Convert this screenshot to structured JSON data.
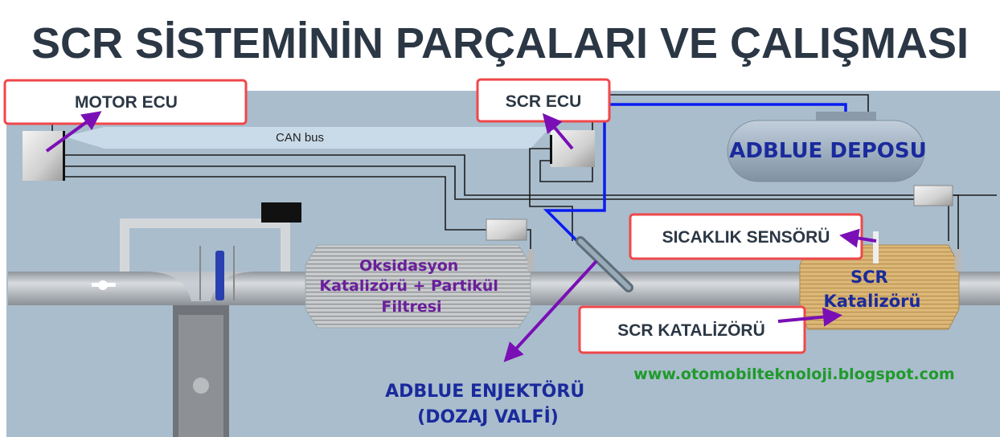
{
  "title": "SCR SİSTEMİNİN PARÇALARI VE ÇALIŞMASI",
  "labels": {
    "motor_ecu": "MOTOR ECU",
    "scr_ecu": "SCR ECU",
    "can_bus": "CAN bus",
    "adblue_tank": "ADBLUE DEPOSU",
    "oxidation_line1": "Oksidasyon",
    "oxidation_line2": "Katalizörü + Partikül",
    "oxidation_line3": "Filtresi",
    "scr_cat_line1": "SCR",
    "scr_cat_line2": "Katalizörü",
    "temp_sensor": "SICAKLIK SENSÖRÜ",
    "scr_catalyst": "SCR KATALİZÖRÜ",
    "injector_line1": "ADBLUE ENJEKTÖRÜ",
    "injector_line2": "(DOZAJ VALFİ)",
    "website": "www.otomobilteknoloji.blogspot.com"
  },
  "colors": {
    "callout_border": "#f0474a",
    "arrow": "#7a0fb5",
    "adblue_text": "#1a2a9c",
    "dpf_text": "#6a1f9b",
    "website": "#1f9a2a",
    "adblue_line": "#0a1cf0"
  }
}
